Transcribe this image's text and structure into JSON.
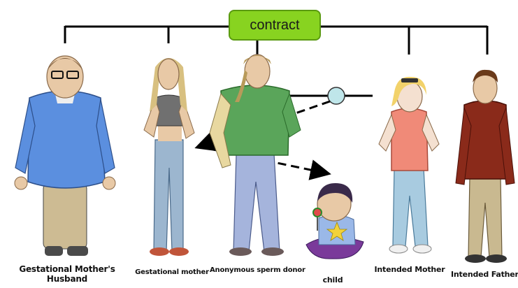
{
  "contract": {
    "label": "contract"
  },
  "people": [
    {
      "label": "Gestational Mother's Husband"
    },
    {
      "label": "Gestational mother"
    },
    {
      "label": "Anonymous sperm donor"
    },
    {
      "label": "child"
    },
    {
      "label": "Intended Mother"
    },
    {
      "label": "Intended Father"
    }
  ],
  "colors": {
    "contract_fill": "#88d320",
    "node_fill": "#bfe6ea",
    "line": "#000000"
  }
}
